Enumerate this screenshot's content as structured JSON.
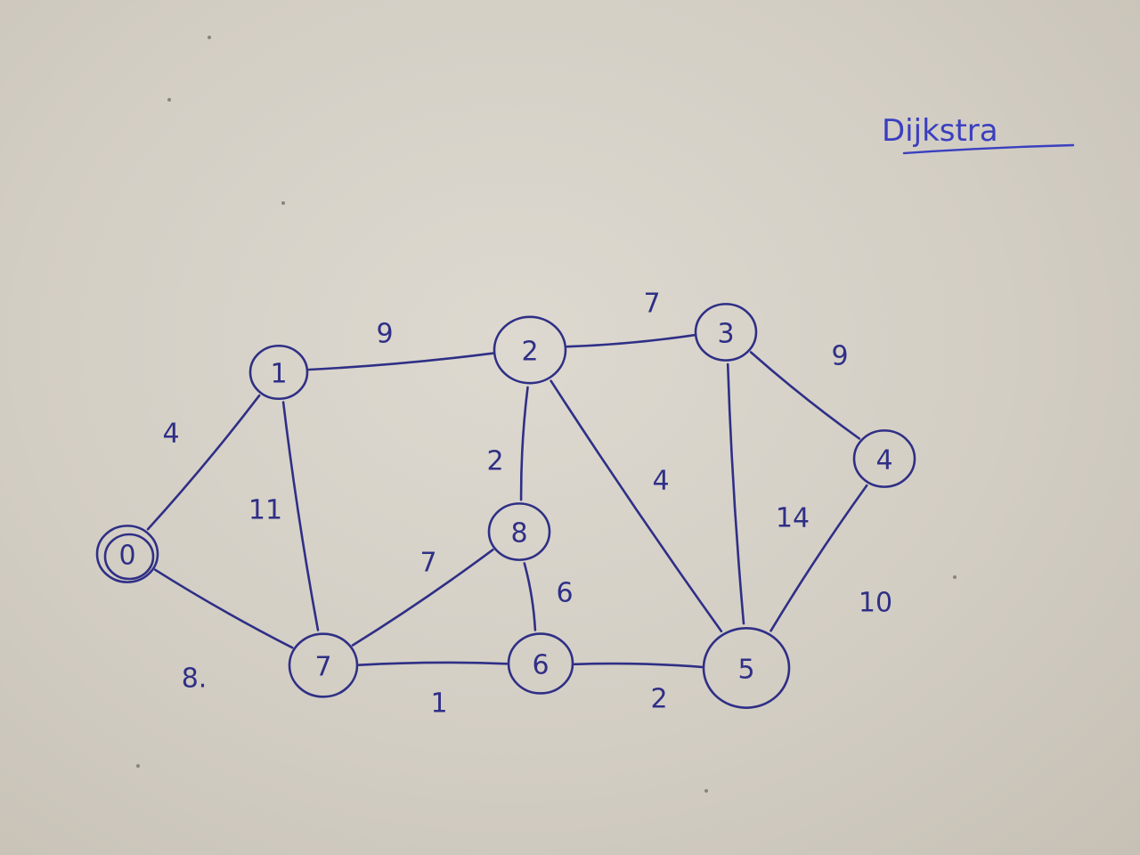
{
  "title": "Dijkstra",
  "colors": {
    "ink": "#2f2f86",
    "title_ink": "#3a3fbf",
    "paper": "#d6d1c8"
  },
  "nodes": [
    {
      "id": "0",
      "label": "0"
    },
    {
      "id": "1",
      "label": "1"
    },
    {
      "id": "2",
      "label": "2"
    },
    {
      "id": "3",
      "label": "3"
    },
    {
      "id": "4",
      "label": "4"
    },
    {
      "id": "5",
      "label": "5"
    },
    {
      "id": "6",
      "label": "6"
    },
    {
      "id": "7",
      "label": "7"
    },
    {
      "id": "8",
      "label": "8"
    }
  ],
  "edges": [
    {
      "from": "0",
      "to": "1",
      "weight": "4"
    },
    {
      "from": "0",
      "to": "7",
      "weight": "8."
    },
    {
      "from": "1",
      "to": "2",
      "weight": "9"
    },
    {
      "from": "1",
      "to": "7",
      "weight": "11"
    },
    {
      "from": "2",
      "to": "3",
      "weight": "7"
    },
    {
      "from": "2",
      "to": "8",
      "weight": "2"
    },
    {
      "from": "2",
      "to": "5",
      "weight": "4"
    },
    {
      "from": "3",
      "to": "4",
      "weight": "9"
    },
    {
      "from": "3",
      "to": "5",
      "weight": "14"
    },
    {
      "from": "4",
      "to": "5",
      "weight": "10"
    },
    {
      "from": "5",
      "to": "6",
      "weight": "2"
    },
    {
      "from": "6",
      "to": "7",
      "weight": "1"
    },
    {
      "from": "6",
      "to": "8",
      "weight": "6"
    },
    {
      "from": "7",
      "to": "8",
      "weight": "7"
    }
  ]
}
